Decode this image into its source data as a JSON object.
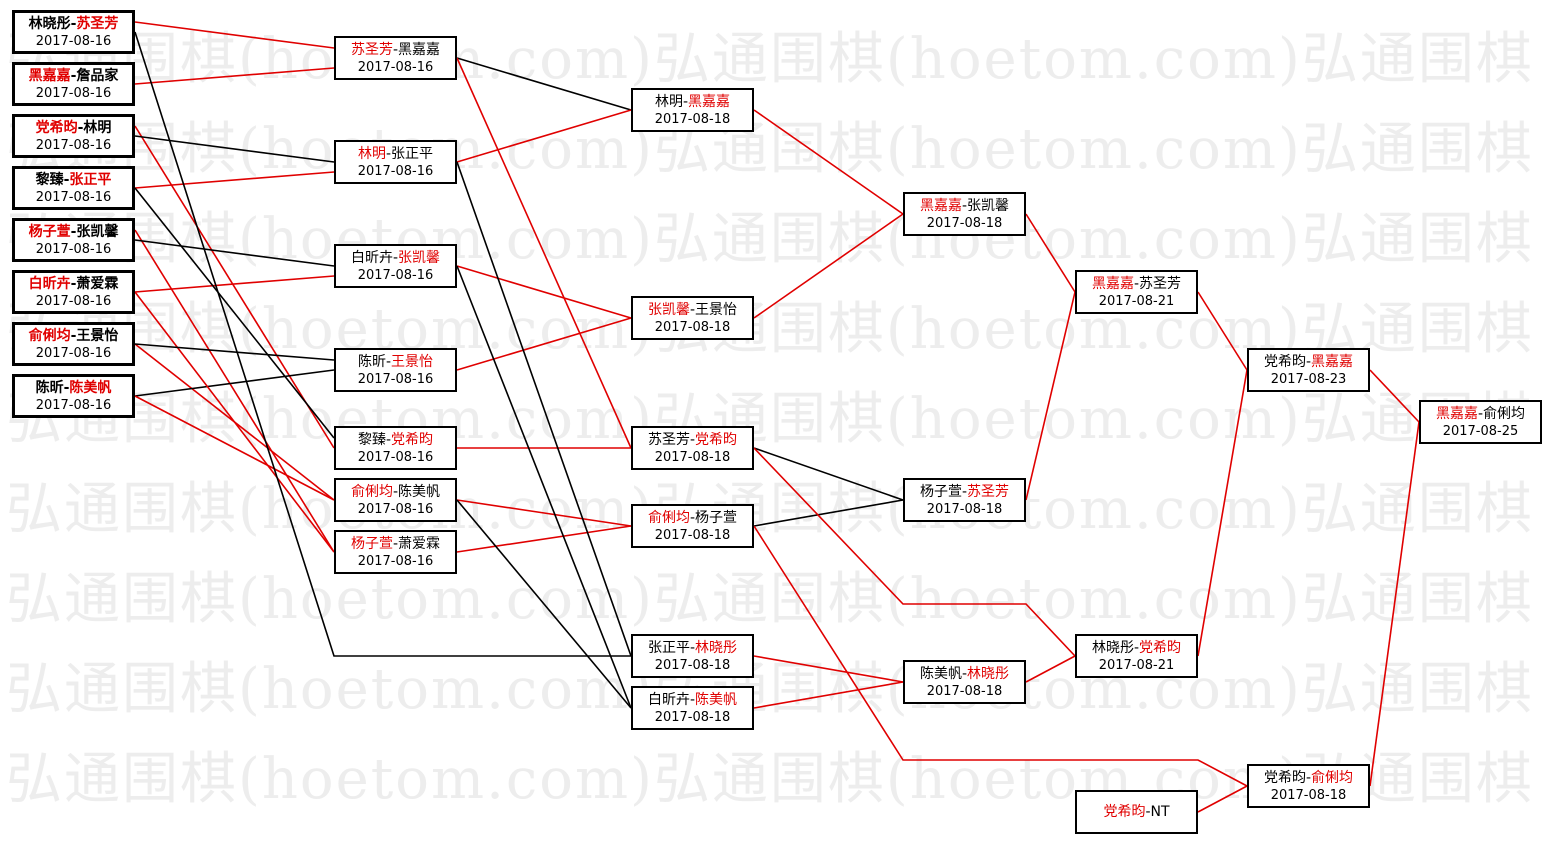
{
  "watermark": "弘通围棋(hoetom.com)弘通围棋(hoetom.com)弘通围棋",
  "colors": {
    "winner": "#e00000",
    "line": "#000000",
    "highlight_line": "#e00000"
  },
  "rounds": [
    [
      {
        "id": "a1",
        "p1": "林晓彤",
        "p2": "苏圣芳",
        "sep": "-",
        "winner": 2,
        "date": "2017-08-16"
      },
      {
        "id": "a2",
        "p1": "黑嘉嘉",
        "p2": "詹品家",
        "sep": "-",
        "winner": 1,
        "date": "2017-08-16"
      },
      {
        "id": "a3",
        "p1": "党希昀",
        "p2": "林明",
        "sep": "-",
        "winner": 1,
        "date": "2017-08-16"
      },
      {
        "id": "a4",
        "p1": "黎臻",
        "p2": "张正平",
        "sep": "-",
        "winner": 2,
        "date": "2017-08-16"
      },
      {
        "id": "a5",
        "p1": "杨子萱",
        "p2": "张凯馨",
        "sep": "-",
        "winner": 1,
        "date": "2017-08-16"
      },
      {
        "id": "a6",
        "p1": "白昕卉",
        "p2": "萧爱霖",
        "sep": "-",
        "winner": 1,
        "date": "2017-08-16"
      },
      {
        "id": "a7",
        "p1": "俞俐均",
        "p2": "王景怡",
        "sep": "-",
        "winner": 1,
        "date": "2017-08-16"
      },
      {
        "id": "a8",
        "p1": "陈昕",
        "p2": "陈美帆",
        "sep": "-",
        "winner": 2,
        "date": "2017-08-16"
      }
    ],
    [
      {
        "id": "b1",
        "p1": "苏圣芳",
        "p2": "黑嘉嘉",
        "sep": "-",
        "winner": 1,
        "date": "2017-08-16"
      },
      {
        "id": "b2",
        "p1": "林明",
        "p2": "张正平",
        "sep": "-",
        "winner": 1,
        "date": "2017-08-16"
      },
      {
        "id": "b3",
        "p1": "白昕卉",
        "p2": "张凯馨",
        "sep": "-",
        "winner": 2,
        "date": "2017-08-16"
      },
      {
        "id": "b4",
        "p1": "陈昕",
        "p2": "王景怡",
        "sep": "-",
        "winner": 2,
        "date": "2017-08-16"
      },
      {
        "id": "b5",
        "p1": "黎臻",
        "p2": "党希昀",
        "sep": "-",
        "winner": 2,
        "date": "2017-08-16"
      },
      {
        "id": "b6",
        "p1": "俞俐均",
        "p2": "陈美帆",
        "sep": "-",
        "winner": 1,
        "date": "2017-08-16"
      },
      {
        "id": "b7",
        "p1": "杨子萱",
        "p2": "萧爱霖",
        "sep": "-",
        "winner": 1,
        "date": "2017-08-16"
      }
    ],
    [
      {
        "id": "c1",
        "p1": "林明",
        "p2": "黑嘉嘉",
        "sep": "-",
        "winner": 2,
        "date": "2017-08-18"
      },
      {
        "id": "c2",
        "p1": "张凯馨",
        "p2": "王景怡",
        "sep": "-",
        "winner": 1,
        "date": "2017-08-18"
      },
      {
        "id": "c3",
        "p1": "苏圣芳",
        "p2": "党希昀",
        "sep": "-",
        "winner": 2,
        "date": "2017-08-18"
      },
      {
        "id": "c4",
        "p1": "俞俐均",
        "p2": "杨子萱",
        "sep": "-",
        "winner": 1,
        "date": "2017-08-18"
      },
      {
        "id": "c5",
        "p1": "张正平",
        "p2": "林晓彤",
        "sep": "-",
        "winner": 2,
        "date": "2017-08-18"
      },
      {
        "id": "c6",
        "p1": "白昕卉",
        "p2": "陈美帆",
        "sep": "-",
        "winner": 2,
        "date": "2017-08-18"
      }
    ],
    [
      {
        "id": "d1",
        "p1": "黑嘉嘉",
        "p2": "张凯馨",
        "sep": "-",
        "winner": 1,
        "date": "2017-08-18"
      },
      {
        "id": "d2",
        "p1": "杨子萱",
        "p2": "苏圣芳",
        "sep": "-",
        "winner": 2,
        "date": "2017-08-18"
      },
      {
        "id": "d3",
        "p1": "陈美帆",
        "p2": "林晓彤",
        "sep": "-",
        "winner": 2,
        "date": "2017-08-18"
      }
    ],
    [
      {
        "id": "e1",
        "p1": "黑嘉嘉",
        "p2": "苏圣芳",
        "sep": "-",
        "winner": 1,
        "date": "2017-08-21"
      },
      {
        "id": "e2",
        "p1": "林晓彤",
        "p2": "党希昀",
        "sep": "-",
        "winner": 2,
        "date": "2017-08-21"
      },
      {
        "id": "e3",
        "p1": "党希昀",
        "p2": "NT",
        "sep": "-",
        "winner": 1,
        "date": ""
      }
    ],
    [
      {
        "id": "f1",
        "p1": "党希昀",
        "p2": "黑嘉嘉",
        "sep": "-",
        "winner": 2,
        "date": "2017-08-23"
      },
      {
        "id": "f2",
        "p1": "党希昀",
        "p2": "俞俐均",
        "sep": "-",
        "winner": 2,
        "date": "2017-08-18"
      },
      {
        "id": "g1",
        "p1": "黑嘉嘉",
        "p2": "俞俐均",
        "sep": "-",
        "winner": 1,
        "date": "2017-08-25"
      }
    ]
  ]
}
